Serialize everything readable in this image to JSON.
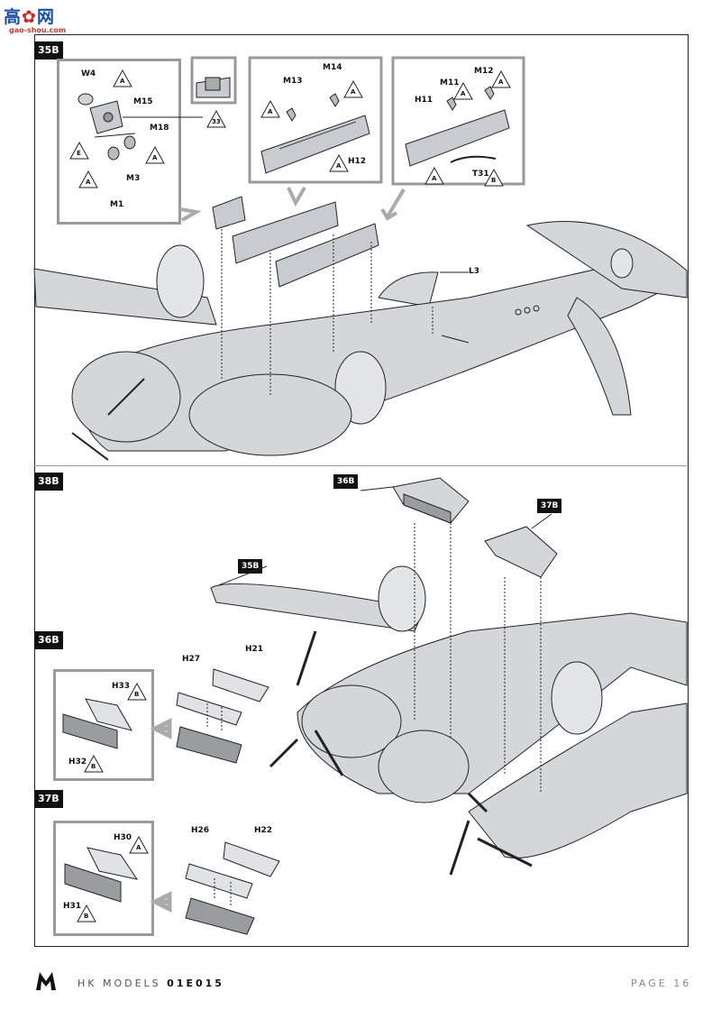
{
  "watermark": {
    "title_a": "高",
    "title_b": "网",
    "url": "gao-shou.com"
  },
  "steps": {
    "s35": "35B",
    "s38": "38B",
    "s36": "36B",
    "s37": "37B"
  },
  "callouts": {
    "c36": "36B",
    "c37": "37B",
    "c35": "35B"
  },
  "parts35": {
    "w4": "W4",
    "m15": "M15",
    "m18": "M18",
    "m3": "M3",
    "m1": "M1",
    "ref33": "33",
    "m13": "M13",
    "m14": "M14",
    "h12": "H12",
    "m11": "M11",
    "m12": "M12",
    "h11": "H11",
    "t31": "T31",
    "l3": "L3"
  },
  "parts36": {
    "h33": "H33",
    "h32": "H32",
    "h27": "H27",
    "h21": "H21"
  },
  "parts37": {
    "h30": "H30",
    "h31": "H31",
    "h26": "H26",
    "h22": "H22"
  },
  "tags": {
    "a": "A",
    "b": "B",
    "e": "E"
  },
  "footer": {
    "brand_prefix": "HK MODELS",
    "code": "01E015",
    "page": "PAGE 16"
  }
}
